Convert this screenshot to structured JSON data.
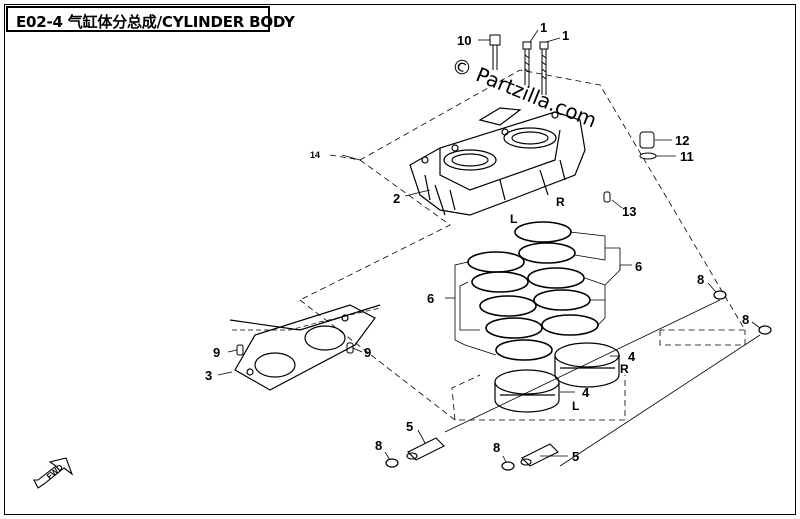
{
  "header": {
    "title": "E02-4 气缸体分总成/CYLINDER BODY"
  },
  "watermark": "© Partzilla.com",
  "callouts": {
    "c1a": "1",
    "c1b": "1",
    "c10": "10",
    "c12": "12",
    "c11": "11",
    "c14": "14",
    "c2": "2",
    "c13": "13",
    "c6a": "6",
    "c6b": "6",
    "c8a": "8",
    "c8b": "8",
    "c9a": "9",
    "c9b": "9",
    "c3": "3",
    "c4a": "4",
    "c4b": "4",
    "c5a": "5",
    "c5b": "5",
    "c8c": "8",
    "c8d": "8"
  },
  "side_marks": {
    "l_top": "L",
    "r_top": "R",
    "r_piston": "R",
    "l_piston": "L"
  },
  "fwd_label": "FWD",
  "icons": {
    "fwd_arrow": "forward-arrow-icon"
  }
}
